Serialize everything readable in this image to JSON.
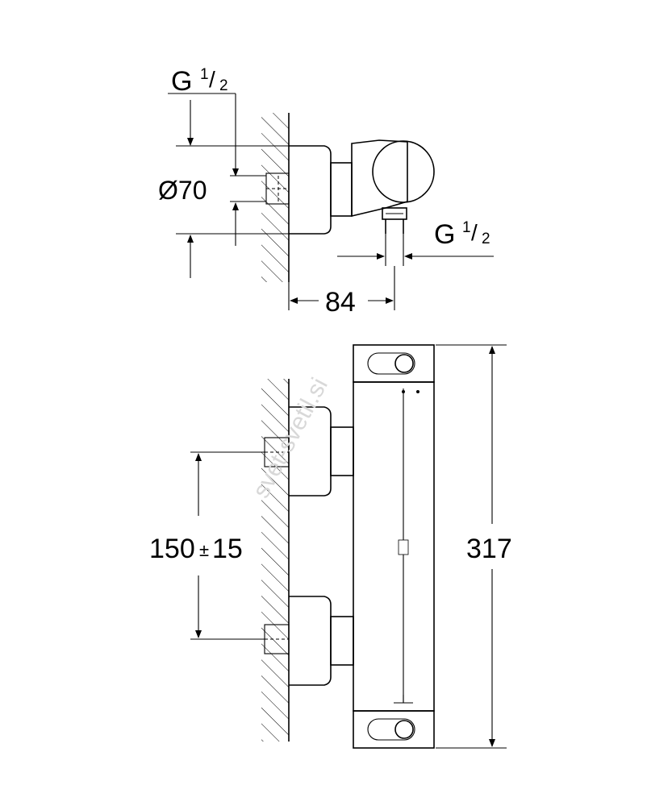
{
  "dimensions": {
    "thread_top_left": {
      "main": "G",
      "sup": "1",
      "sub": "2"
    },
    "thread_right": {
      "main": "G",
      "sup": "1",
      "sub": "2"
    },
    "diameter": "Ø70",
    "depth": "84",
    "inlet_spacing": {
      "main": "150",
      "pm": "±",
      "tol": "15"
    },
    "height": "317"
  },
  "watermark": "svet-svetil.si"
}
